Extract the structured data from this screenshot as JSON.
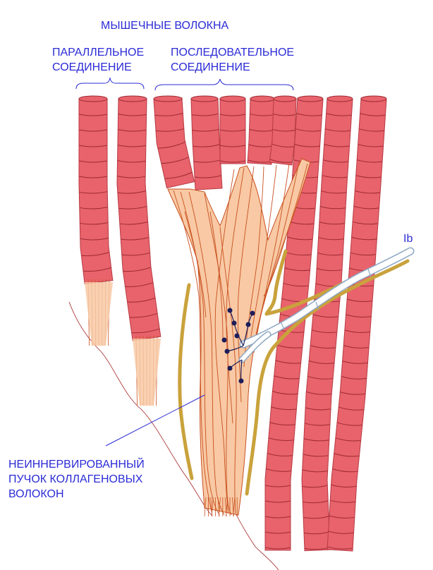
{
  "labels": {
    "title": "МЫШЕЧНЫЕ ВОЛОКНА",
    "parallel_line1": "ПАРАЛЛЕЛЬНОЕ",
    "parallel_line2": "СОЕДИНЕНИЕ",
    "series_line1": "ПОСЛЕДОВАТЕЛЬНОЕ",
    "series_line2": "СОЕДИНЕНИЕ",
    "ib": "Ib",
    "bundle_line1": "НЕИННЕРВИРОВАННЫЙ",
    "bundle_line2": "ПУЧОК КОЛЛАГЕНОВЫХ",
    "bundle_line3": "ВОЛОКОН"
  },
  "colors": {
    "label_text": "#2b2bd6",
    "muscle_fiber": "#e8636b",
    "muscle_stripe": "#9e2a33",
    "muscle_edge": "#b83a44",
    "tendon_fill": "#f8c9a4",
    "tendon_line": "#c8501f",
    "capsule": "#c9a23c",
    "axon_fill": "#ffffff",
    "axon_edge": "#8ea8c4",
    "nerve_ending": "#1d1d5a"
  }
}
